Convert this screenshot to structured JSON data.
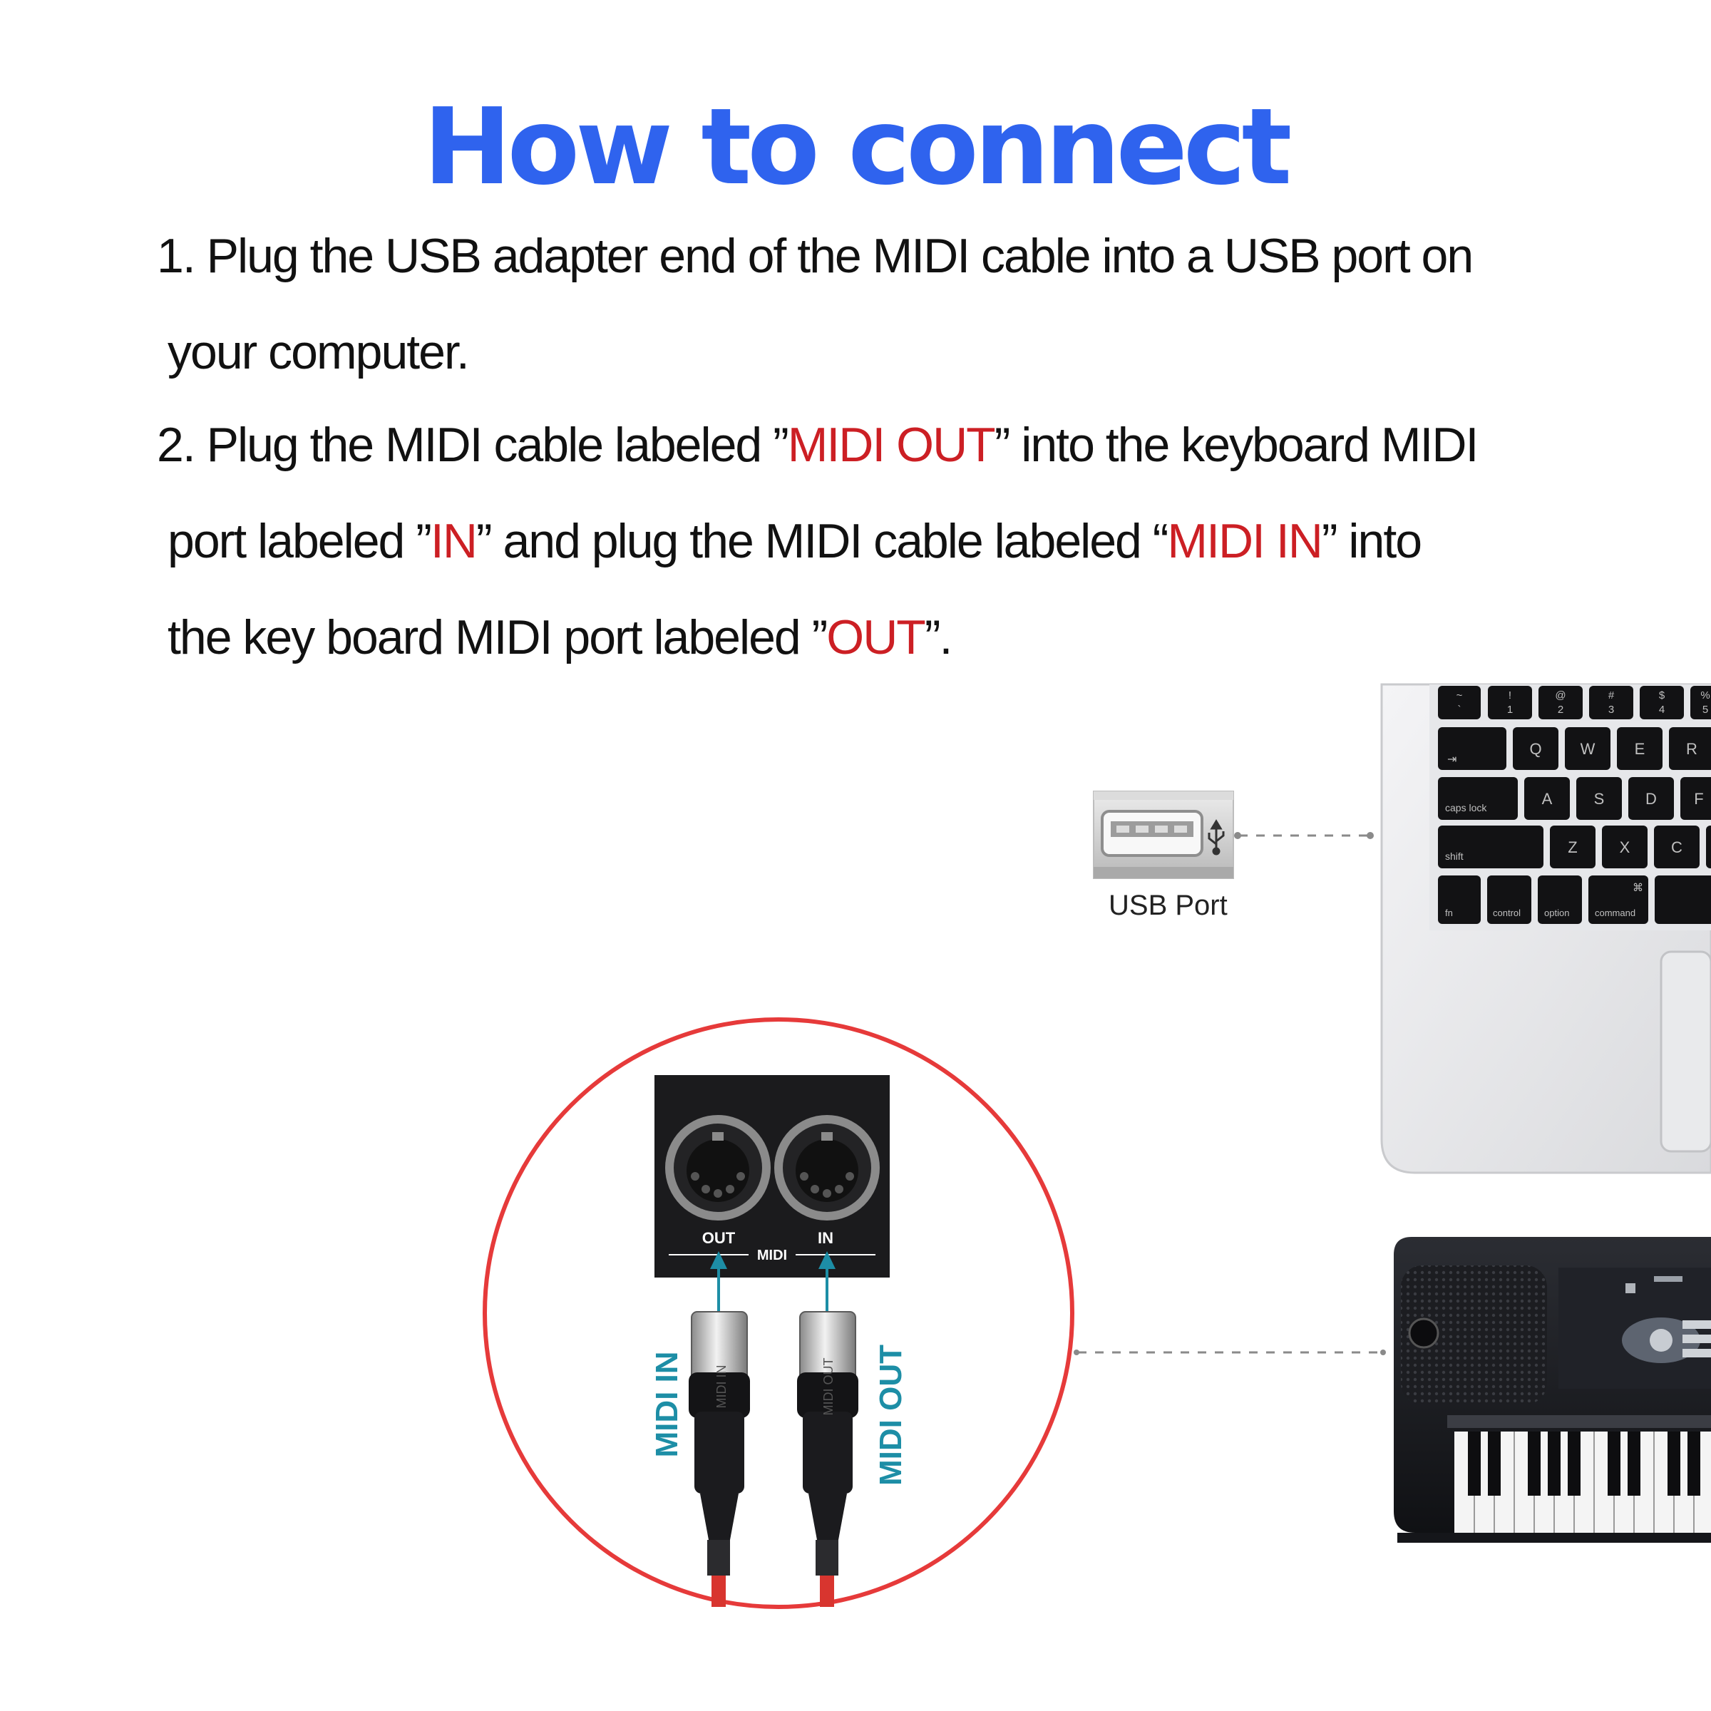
{
  "title": "How to connect",
  "steps": {
    "s1_line1": "1.  Plug the USB adapter end of the MIDI cable into a USB port on",
    "s1_line2": "your computer.",
    "s2_l1_a": "2. Plug the MIDI cable labeled ”",
    "s2_l1_hl": "MIDI OUT",
    "s2_l1_b": "” into the keyboard MIDI",
    "s2_l2_a": "port labeled ”",
    "s2_l2_hl1": "IN",
    "s2_l2_b": "” and plug the MIDI cable labeled “",
    "s2_l2_hl2": "MIDI IN",
    "s2_l2_c": "” into",
    "s2_l3_a": "the key board MIDI port labeled ”",
    "s2_l3_hl": "OUT",
    "s2_l3_b": "”."
  },
  "usb": {
    "label": "USB Port",
    "icon": "usb-symbol-icon"
  },
  "midi_panel": {
    "out": "OUT",
    "in": "IN",
    "midi": "MIDI"
  },
  "cables": {
    "left_label": "MIDI IN",
    "right_label": "MIDI OUT",
    "left_plug_text": "MIDI IN",
    "right_plug_text": "MIDI OUT"
  },
  "keyboard_keys": {
    "row1": [
      "~",
      "!",
      "@",
      "#",
      "$",
      "%"
    ],
    "row1_sub": [
      "`",
      "1",
      "2",
      "3",
      "4",
      "5"
    ],
    "row2": [
      "Q",
      "W",
      "E",
      "R"
    ],
    "row2_tab": "⇥",
    "row3": [
      "A",
      "S",
      "D",
      "F"
    ],
    "row3_caps": "caps lock",
    "row4": [
      "Z",
      "X",
      "C"
    ],
    "row4_shift": "shift",
    "row5": [
      "fn",
      "control",
      "option",
      "command"
    ],
    "row5_cmd_symbol": "⌘"
  },
  "colors": {
    "title": "#2f63ee",
    "highlight": "#cc1f24",
    "circle": "#e63a3a",
    "cable_label": "#1d8ea6",
    "cable": "#d8352f"
  }
}
